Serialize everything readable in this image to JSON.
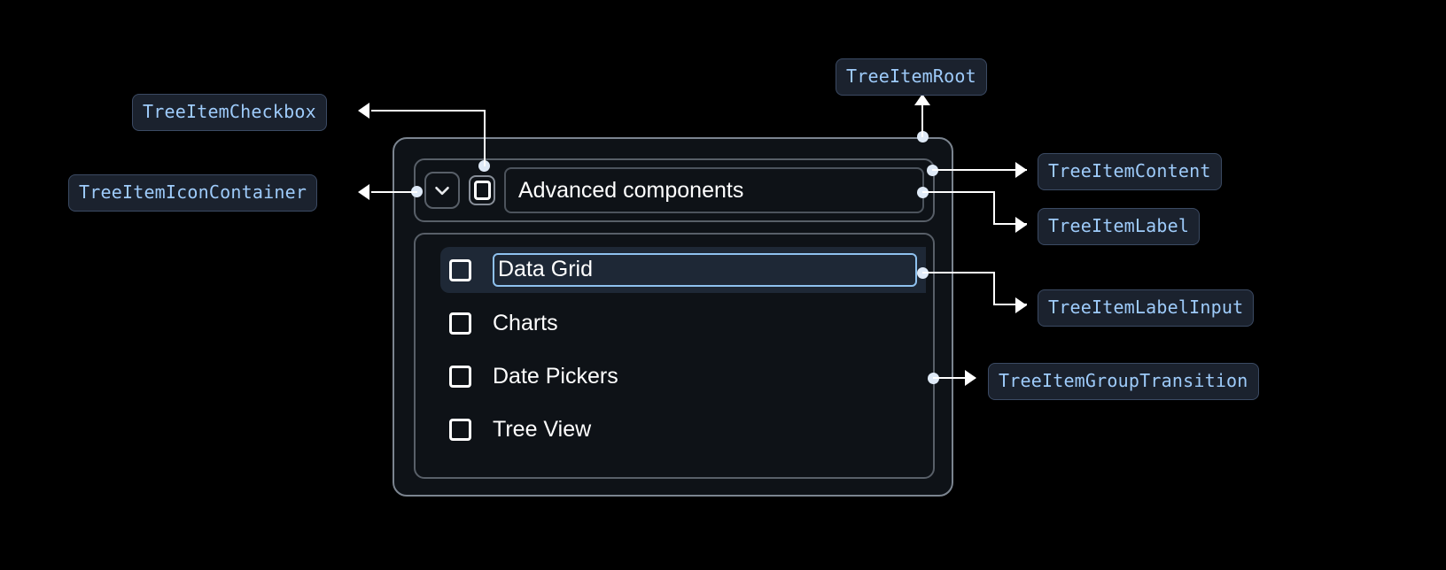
{
  "page": {
    "background": "#000000",
    "chip_text_color": "#9ecbfa",
    "chip_bg_color": "#1b222e",
    "chip_border_color": "#3b4a63",
    "connector_color": "#ffffff",
    "selected_row_color": "#1e2836",
    "input_focus_border_color": "#8ec1ef"
  },
  "annotations": {
    "checkbox": "TreeItemCheckbox",
    "icon_container": "TreeItemIconContainer",
    "root": "TreeItemRoot",
    "content": "TreeItemContent",
    "label": "TreeItemLabel",
    "label_input": "TreeItemLabelInput",
    "group_transition": "TreeItemGroupTransition"
  },
  "tree": {
    "root_item": {
      "label": "Advanced components",
      "expand_icon": "chevron-down-icon",
      "checkbox_state": "unchecked"
    },
    "children": [
      {
        "label": "Data Grid",
        "checkbox_state": "unchecked",
        "selected": true,
        "editing": true
      },
      {
        "label": "Charts",
        "checkbox_state": "unchecked",
        "selected": false,
        "editing": false
      },
      {
        "label": "Date Pickers",
        "checkbox_state": "unchecked",
        "selected": false,
        "editing": false
      },
      {
        "label": "Tree View",
        "checkbox_state": "unchecked",
        "selected": false,
        "editing": false
      }
    ],
    "editing_value": "Data Grid"
  }
}
